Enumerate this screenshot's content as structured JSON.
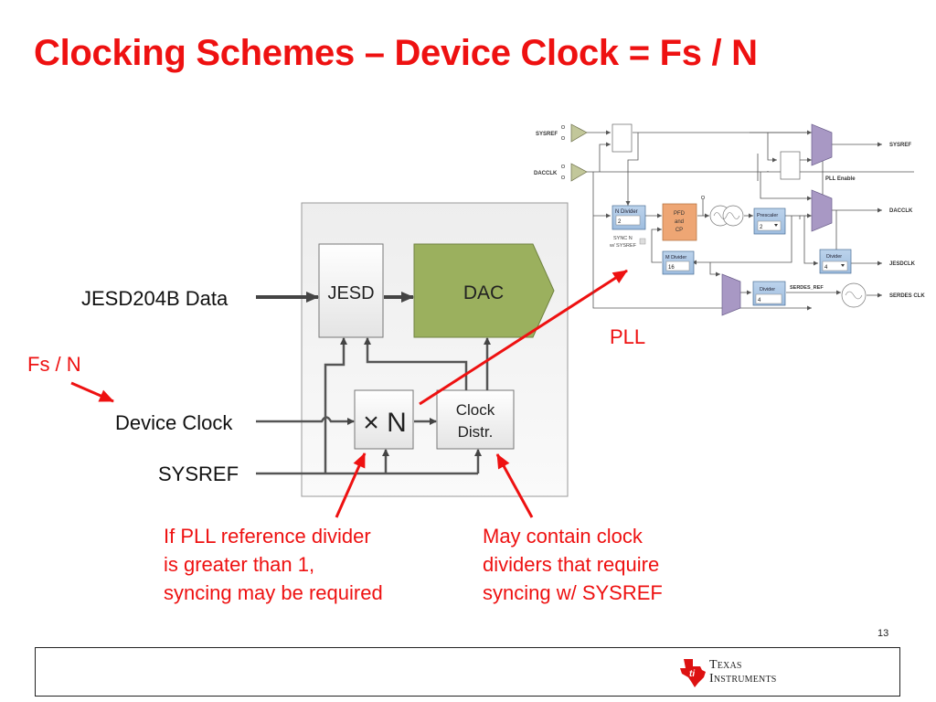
{
  "slide": {
    "title": "Clocking Schemes – Device Clock = Fs / N",
    "page_number": "13",
    "accent_color": "#ee1111"
  },
  "left_labels": {
    "jesd_data": "JESD204B Data",
    "fs_over_n": "Fs / N",
    "device_clock": "Device Clock",
    "sysref": "SYSREF"
  },
  "device_block": {
    "jesd": "JESD",
    "dac": "DAC",
    "multiplier": "× N",
    "clock_distr_line1": "Clock",
    "clock_distr_line2": "Distr."
  },
  "pll_label": "PLL",
  "notes": {
    "left": [
      "If PLL reference divider",
      "is greater than 1,",
      "syncing may be required"
    ],
    "right": [
      "May contain clock",
      "dividers that require",
      "syncing w/ SYSREF"
    ]
  },
  "pll_diagram": {
    "inputs": {
      "sysref": "SYSREF",
      "dacclk": "DACCLK"
    },
    "n_divider": {
      "label": "N Divider",
      "value": "2"
    },
    "sync_n": [
      "SYNC N",
      "w/ SYSREF"
    ],
    "pfd": [
      "PFD",
      "and",
      "CP"
    ],
    "prescaler": {
      "label": "Prescaler",
      "value": "2"
    },
    "m_divider": {
      "label": "M Divider",
      "value": "16"
    },
    "jesd_divider": {
      "label": "Divider",
      "value": "4"
    },
    "serdes_divider": {
      "label": "Divider",
      "value": "4"
    },
    "serdes_ref": "SERDES_REF",
    "pll_enable": "PLL Enable",
    "outputs": {
      "sysref": "SYSREF",
      "dacclk": "DACCLK",
      "jesdclk": "JESDCLK",
      "serdes_clk": "SERDES CLK"
    }
  },
  "footer": {
    "logo_line1": "Texas",
    "logo_line2": "Instruments"
  }
}
